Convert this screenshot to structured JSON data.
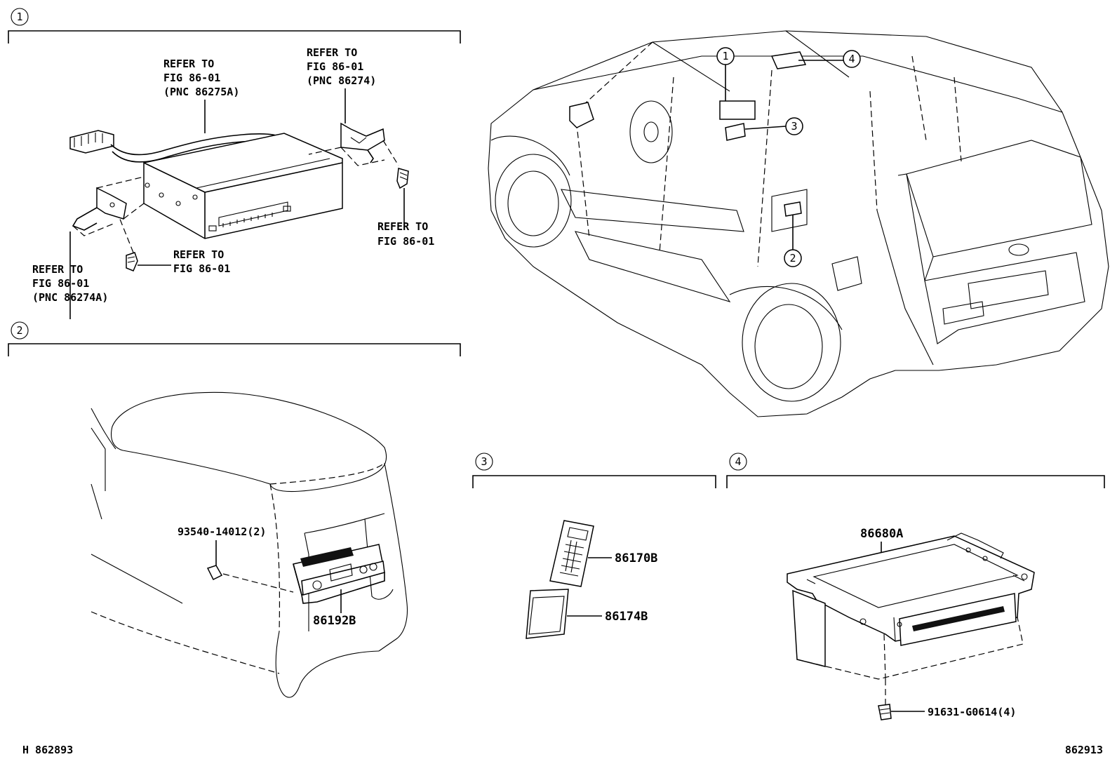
{
  "sections": [
    {
      "id": "1",
      "labels": [
        {
          "lines": [
            "REFER TO",
            "FIG 86-01",
            "(PNC 86275A)"
          ]
        },
        {
          "lines": [
            "REFER TO",
            "FIG 86-01",
            "(PNC 86274)"
          ]
        },
        {
          "lines": [
            "REFER TO",
            "FIG 86-01"
          ]
        },
        {
          "lines": [
            "REFER TO",
            "FIG 86-01"
          ]
        },
        {
          "lines": [
            "REFER TO",
            "FIG 86-01",
            "(PNC 86274A)"
          ]
        }
      ]
    },
    {
      "id": "2",
      "parts": [
        "93540-14012(2)",
        "86192B"
      ]
    },
    {
      "id": "3",
      "parts": [
        "86170B",
        "86174B"
      ]
    },
    {
      "id": "4",
      "parts": [
        "86680A",
        "91631-G0614(4)"
      ]
    }
  ],
  "vehicle_callouts": [
    "1",
    "4",
    "3",
    "2"
  ],
  "footer": {
    "left": "H 862893",
    "right": "862913"
  }
}
